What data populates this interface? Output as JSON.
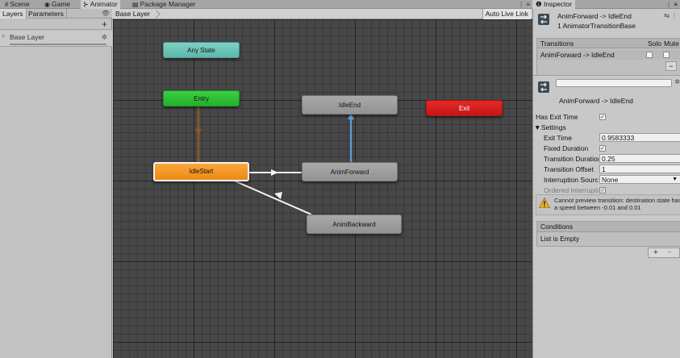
{
  "top_tabs": [
    {
      "label": "Scene",
      "icon": "#"
    },
    {
      "label": "Game",
      "icon": "◉"
    },
    {
      "label": "Animator",
      "icon": "⊱"
    },
    {
      "label": "Package Manager",
      "icon": "▤"
    }
  ],
  "top_right_icons": "⋮ ≡",
  "left_panel": {
    "tabs": [
      "Layers",
      "Parameters"
    ],
    "eye_icon": "👁",
    "plus": "+",
    "layer": {
      "name": "Base Layer",
      "gear": "✲",
      "handle": "="
    }
  },
  "breadcrumb": {
    "item": "Base Layer",
    "auto_live_link": "Auto Live Link"
  },
  "nodes": {
    "any_state": "Any State",
    "entry": "Entry",
    "idle_end": "IdleEnd",
    "exit": "Exit",
    "idle_start": "IdleStart",
    "anim_forward": "AnimForward",
    "anim_backward": "AnimBackward"
  },
  "colors": {
    "edge_default": "#8a5a24",
    "edge_selected": "#5fa0e8",
    "edge_normal": "#f2f2f2"
  },
  "inspector": {
    "tab_label": "Inspector",
    "tab_icon": "❶",
    "tab_right": "⋮ ≡",
    "header_title": "AnimForward -> IdleEnd",
    "header_sub": "1 AnimatorTransitionBase",
    "header_right": "⇆ ⋮",
    "transitions": {
      "title": "Transitions",
      "solo": "Solo",
      "mute": "Mute",
      "row": "AnimForward -> IdleEnd",
      "minus": "−"
    },
    "name_gear": "✲",
    "transition_title": "AnimForward -> IdleEnd",
    "has_exit_time_label": "Has Exit Time",
    "check": "✓",
    "settings_label": "Settings",
    "settings_arrow": "▼",
    "exit_time_label": "Exit Time",
    "exit_time_value": "0.9583333",
    "fixed_duration_label": "Fixed Duration",
    "transition_duration_label": "Transition Duration",
    "transition_duration_value": "0.25",
    "transition_offset_label": "Transition Offset",
    "transition_offset_value": "1",
    "interruption_source_label": "Interruption Source",
    "interruption_source_value": "None",
    "ordered_interruption_label": "Ordered Interruption",
    "warning": "Cannot preview transition: destination state has a speed between -0.01 and 0.01",
    "conditions_title": "Conditions",
    "conditions_empty": "List is Empty",
    "add": "+",
    "remove": "−"
  }
}
